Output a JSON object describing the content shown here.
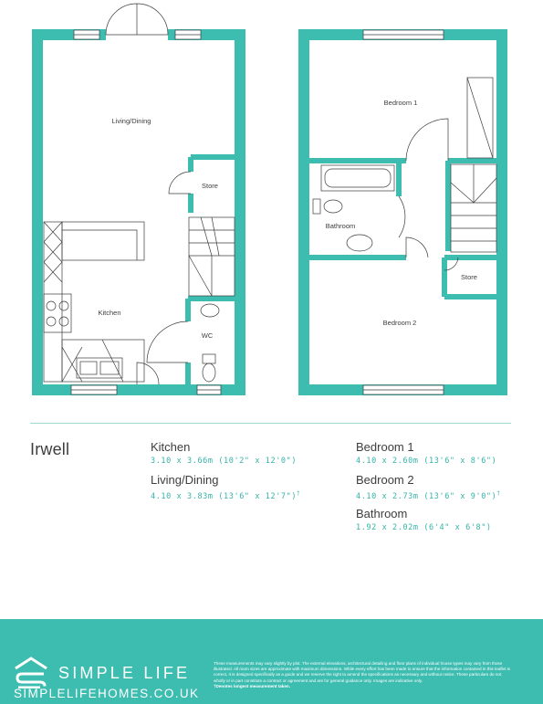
{
  "plan_labels": {
    "living_dining": "Living/Dining",
    "store_ground": "Store",
    "kitchen": "Kitchen",
    "wc": "WC",
    "bedroom1": "Bedroom 1",
    "bathroom": "Bathroom",
    "store_first": "Store",
    "bedroom2": "Bedroom 2"
  },
  "house_name": "Irwell",
  "rooms": [
    {
      "name": "Kitchen",
      "dims": "3.10 x 3.66m (10'2\" x 12'0\")"
    },
    {
      "name": "Living/Dining",
      "dims": "4.10 x 3.83m (13'6\" x 12'7\")",
      "mark": "†"
    },
    {
      "name": "Bedroom 1",
      "dims": "4.10 x 2.60m (13'6\" x 8'6\")"
    },
    {
      "name": "Bedroom 2",
      "dims": "4.10 x 2.73m (13'6\" x 9'0\")",
      "mark": "†"
    },
    {
      "name": "Bathroom",
      "dims": "1.92 x 2.02m (6'4\" x 6'8\")"
    }
  ],
  "footer": {
    "brand": "SIMPLE LIFE",
    "website": "SIMPLELIFEHOMES.CO.UK",
    "disclaimer": "These measurements may vary slightly by plot. The external elevations, architectural detailing and floor plans of individual house types may vary from those illustrated. All room sizes are approximate with maximum dimensions. While every effort has been made to ensure that the information contained in this leaflet is correct, it is designed specifically as a guide and we reserve the right to amend the specifications as necessary and without notice. These particulars do not wholly or in part constitute a contract or agreement and are for general guidance only. Images are indicative only.",
    "disclaimer_note": "†Denotes longest measurement taken."
  },
  "colors": {
    "wall": "#3dbcb0",
    "accent_text": "#35b3a8",
    "footer_bg": "#3dbcb0",
    "divider": "#9fd8d2"
  }
}
